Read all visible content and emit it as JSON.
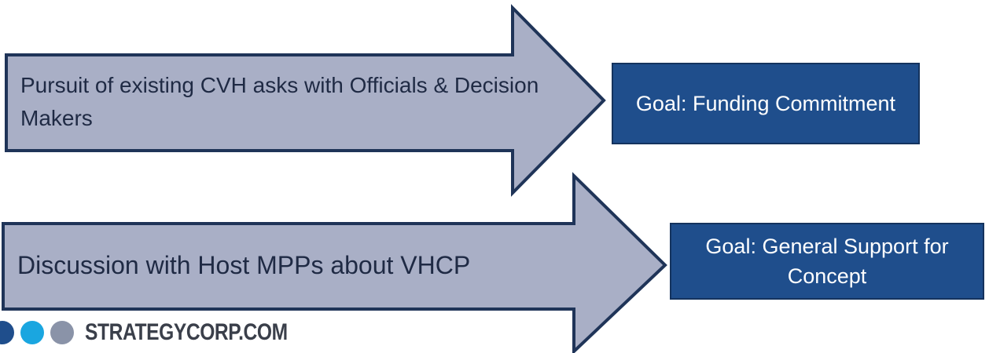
{
  "arrows": [
    {
      "text": "Pursuit of existing CVH asks with Officials & Decision Makers"
    },
    {
      "text": "Discussion with Host MPPs about VHCP"
    }
  ],
  "goals": [
    {
      "text": "Goal:  Funding Commitment"
    },
    {
      "text": "Goal:  General Support for Concept"
    }
  ],
  "logo": {
    "text": "STRATEGYCORP.COM",
    "dot_colors": [
      "#1f4e8c",
      "#1aa6e0",
      "#8a93a8"
    ]
  },
  "colors": {
    "arrow_fill": "#a9afc6",
    "arrow_stroke": "#1f3458",
    "goal_fill": "#1f4e8c"
  }
}
